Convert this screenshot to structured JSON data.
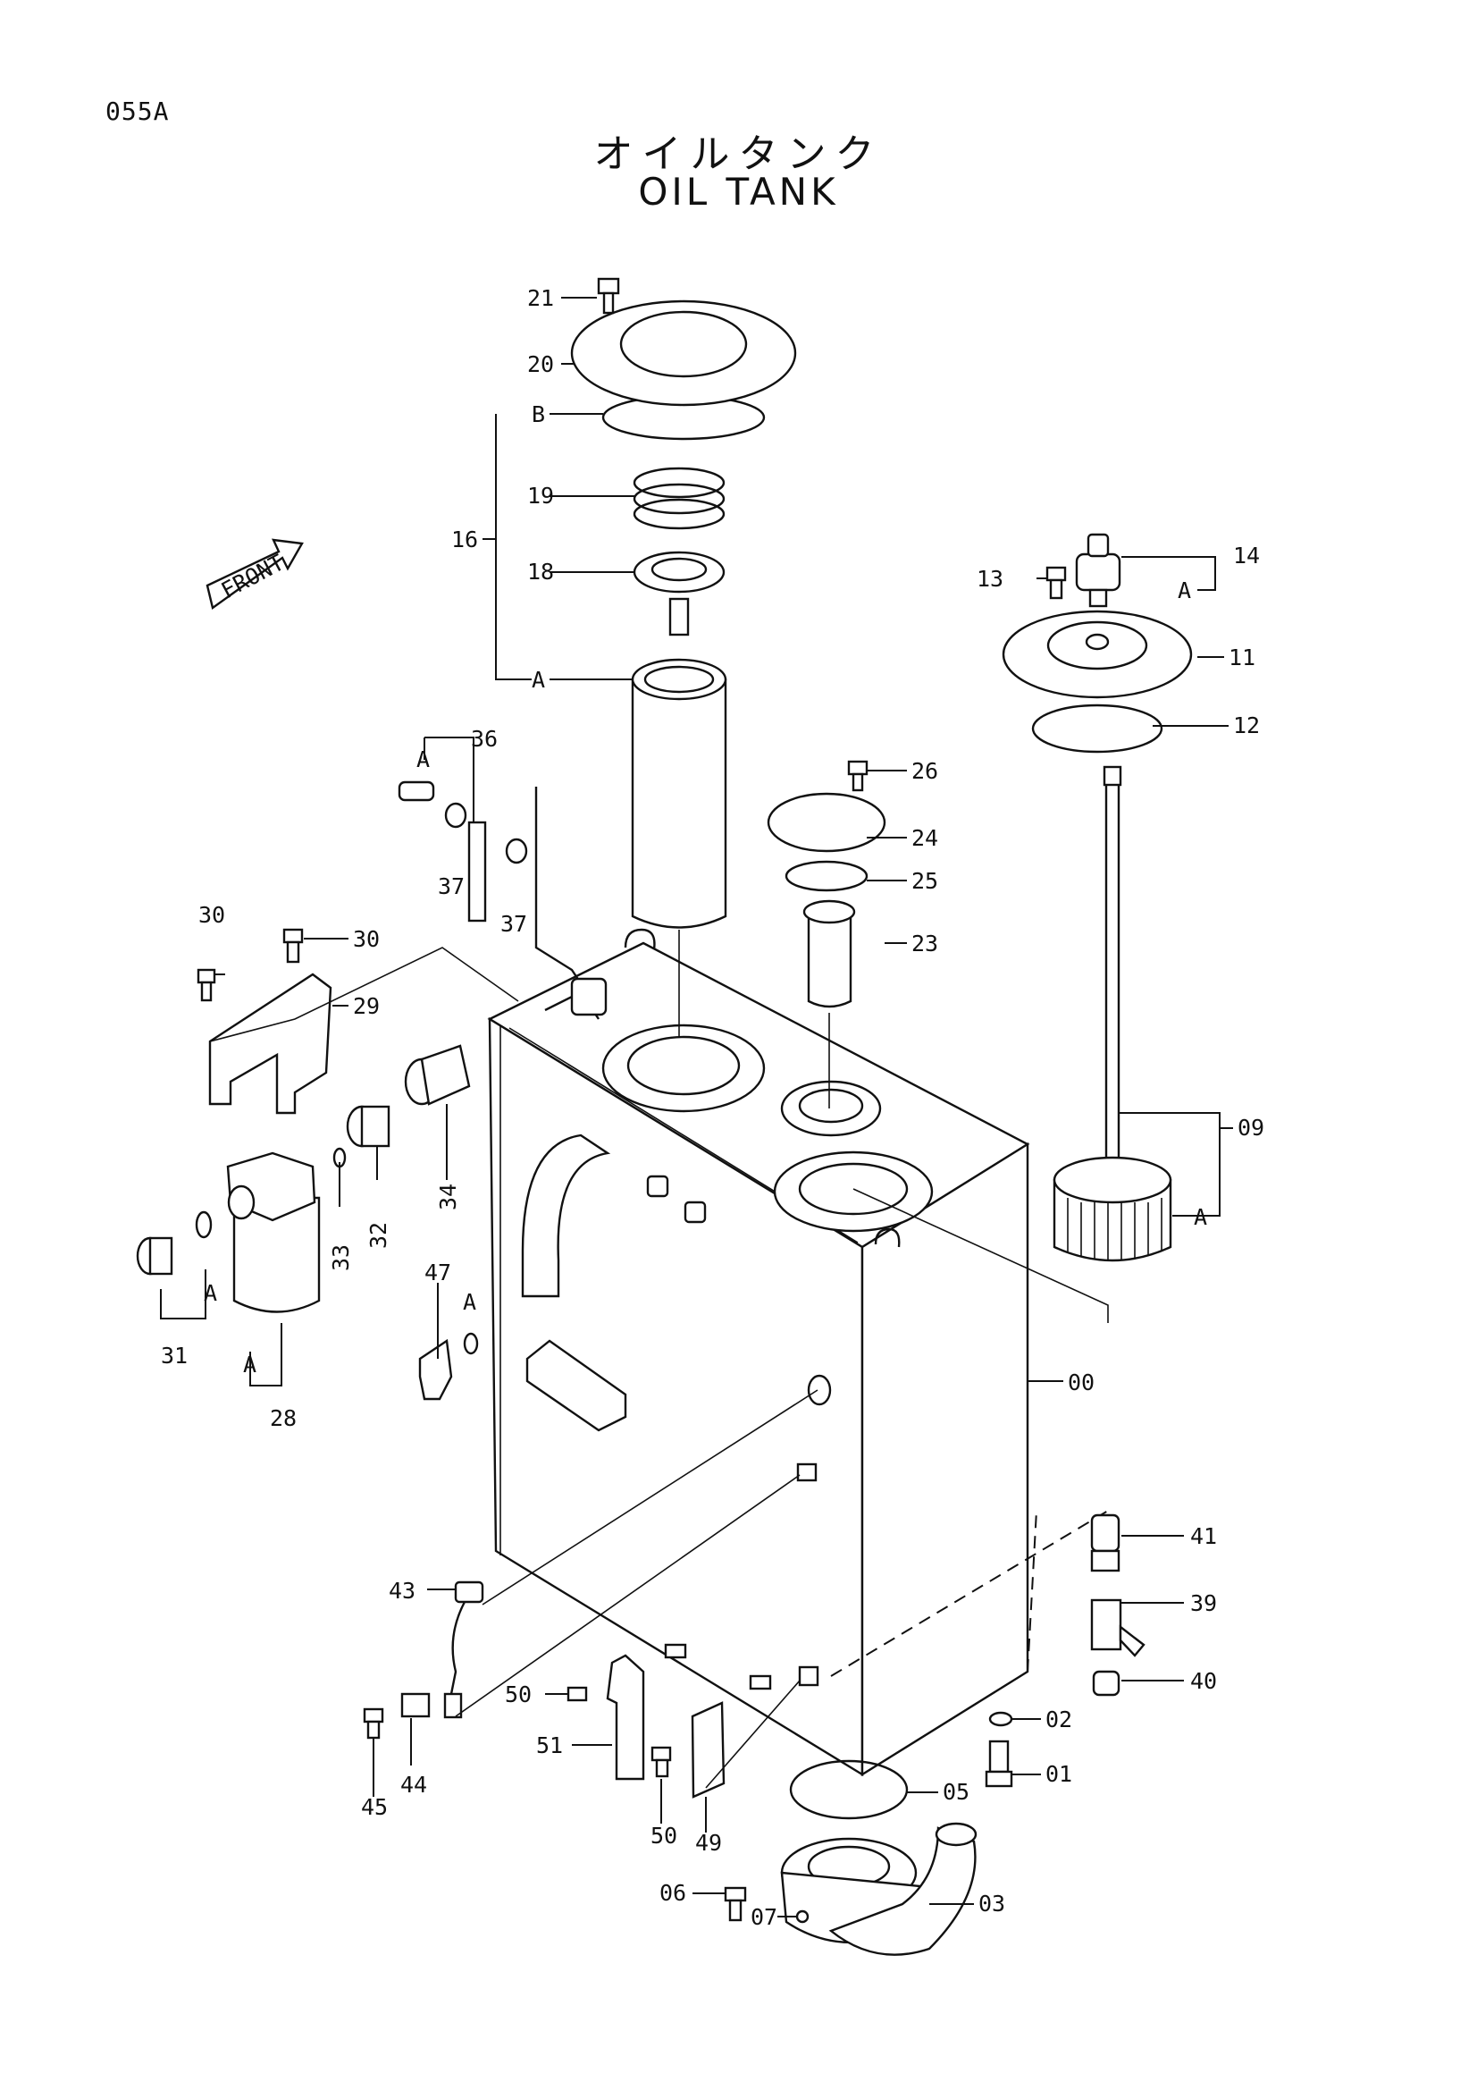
{
  "page_code": "055A",
  "title_jp": "オイルタンク",
  "title_en": "OIL TANK",
  "front_label": "FRONT",
  "callouts": {
    "c00": "00",
    "c01": "01",
    "c02": "02",
    "c03": "03",
    "c05": "05",
    "c06": "06",
    "c07": "07",
    "c09": "09",
    "c11": "11",
    "c12": "12",
    "c13": "13",
    "c14": "14",
    "c16": "16",
    "c18": "18",
    "c19": "19",
    "c20": "20",
    "c21": "21",
    "c23": "23",
    "c24": "24",
    "c25": "25",
    "c26": "26",
    "c28": "28",
    "c29": "29",
    "c30a": "30",
    "c30b": "30",
    "c31": "31",
    "c32": "32",
    "c33": "33",
    "c34": "34",
    "c36": "36",
    "c37a": "37",
    "c37b": "37",
    "c39": "39",
    "c40": "40",
    "c41": "41",
    "c43": "43",
    "c44": "44",
    "c45": "45",
    "c47": "47",
    "c49": "49",
    "c50a": "50",
    "c50b": "50",
    "c51": "51"
  },
  "sub_labels": {
    "a16": "A",
    "b16": "B",
    "a14": "A",
    "a09": "A",
    "a36": "A",
    "a31": "A",
    "a28": "A",
    "a47": "A"
  }
}
